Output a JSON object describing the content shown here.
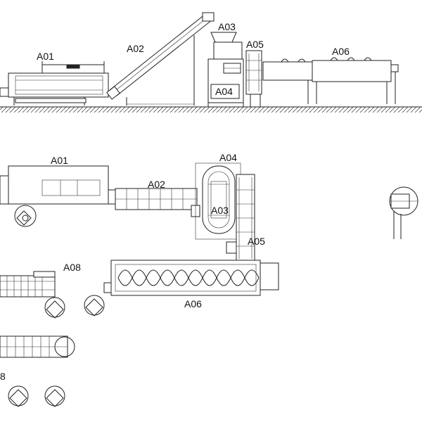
{
  "labels": {
    "side_a01": "A01",
    "side_a02": "A02",
    "side_a03": "A03",
    "side_a04": "A04",
    "side_a05": "A05",
    "side_a06": "A06",
    "plan_a01": "A01",
    "plan_a02": "A02",
    "plan_a03": "A03",
    "plan_a04": "A04",
    "plan_a05": "A05",
    "plan_a06": "A06",
    "plan_a08": "A08",
    "plan_8": "8"
  }
}
